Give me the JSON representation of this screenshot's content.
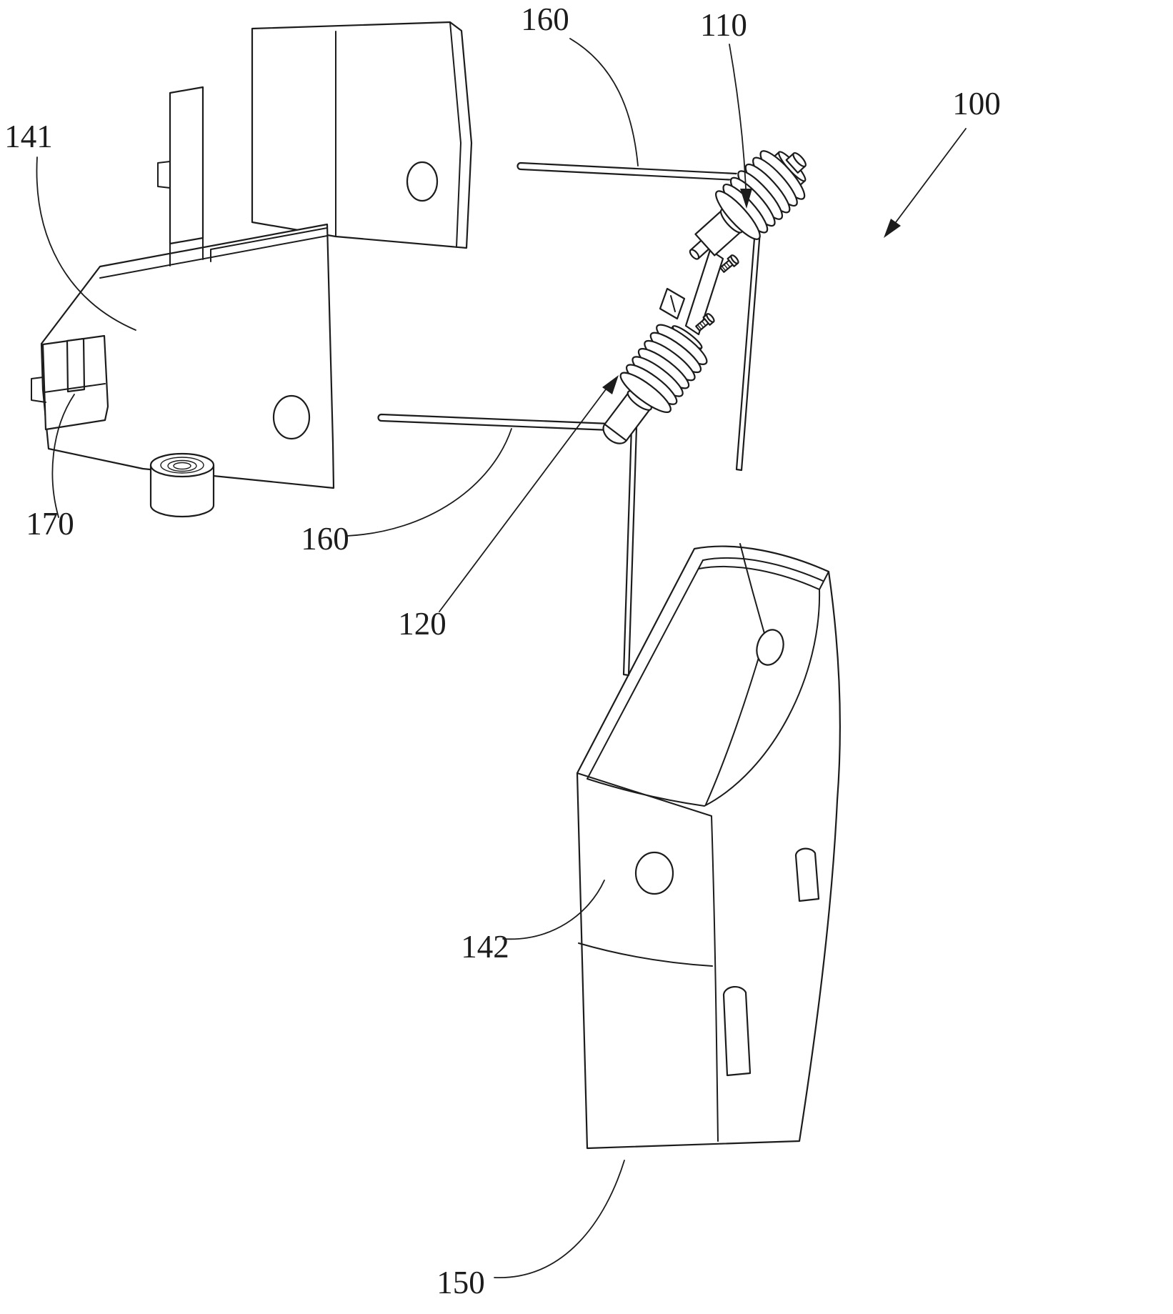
{
  "figure": {
    "background_color": "#ffffff",
    "line_color": "#1c1c1c",
    "labels": {
      "ref_100": "100",
      "ref_110": "110",
      "ref_120": "120",
      "ref_141": "141",
      "ref_142": "142",
      "ref_150": "150",
      "ref_160_top": "160",
      "ref_160_mid": "160",
      "ref_170": "170"
    }
  }
}
